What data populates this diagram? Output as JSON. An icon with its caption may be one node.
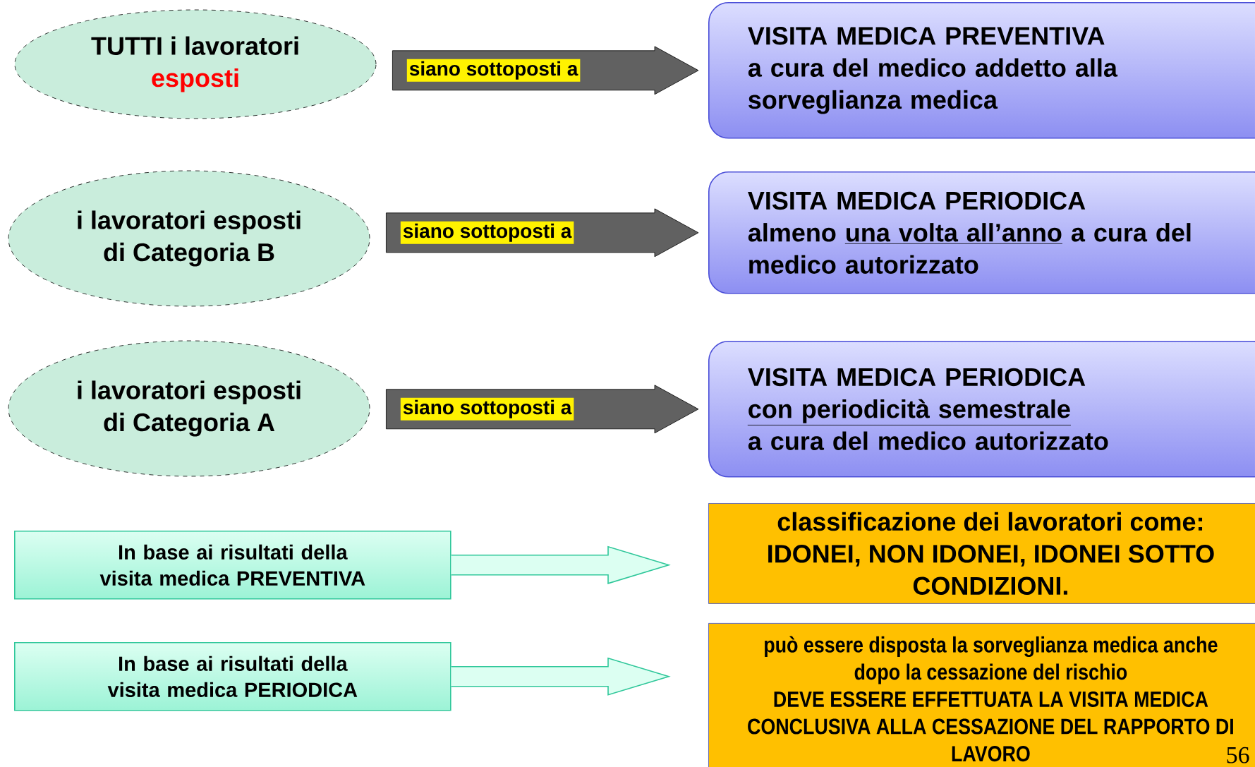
{
  "diagram": {
    "nodes": [
      {
        "text": [
          "TUTTI i lavoratori",
          "esposti"
        ]
      },
      {
        "text": [
          "i lavoratori esposti di Categoria B"
        ]
      },
      {
        "text": [
          "i lavoratori esposti di Categoria A"
        ]
      },
      {
        "text": [
          "VISITA MEDICA PREVENTIVA",
          "a cura del medico addetto alla sorveglianza medica"
        ]
      },
      {
        "text": [
          "VISITA MEDICA PERIODICA",
          "almeno",
          "una volta all’anno",
          "a cura del medico autorizzato"
        ]
      },
      {
        "text": [
          "VISITA MEDICA PERIODICA",
          "con periodicità semestrale",
          "a cura del medico autorizzato"
        ]
      },
      {
        "text": [
          "In base ai risultati della visita medica PREVENTIVA"
        ]
      },
      {
        "text": [
          "classificazione dei lavoratori come: IDONEI, NON IDONEI, IDONEI SOTTO CONDIZIONI."
        ]
      },
      {
        "text": [
          "In base ai risultati della visita medica PERIODICA"
        ]
      },
      {
        "text": [
          "può essere disposta la sorveglianza medica anche dopo la cessazione del rischio",
          "DEVE ESSERE EFFETTUATA LA VISITA MEDICA CONCLUSIVA ALLA CESSAZIONE DEL RAPPORTO DI LAVORO"
        ]
      }
    ],
    "edges": [
      {
        "from": 0,
        "to": 3,
        "arrow": "to",
        "label": "siano sottoposti a"
      },
      {
        "from": 1,
        "to": 4,
        "arrow": "to",
        "label": "siano sottoposti a"
      },
      {
        "from": 2,
        "to": 5,
        "arrow": "to",
        "label": "siano sottoposti a"
      },
      {
        "from": 6,
        "to": 7,
        "arrow": "to"
      },
      {
        "from": 8,
        "to": 9,
        "arrow": "to"
      }
    ],
    "labels": [
      "56"
    ]
  }
}
